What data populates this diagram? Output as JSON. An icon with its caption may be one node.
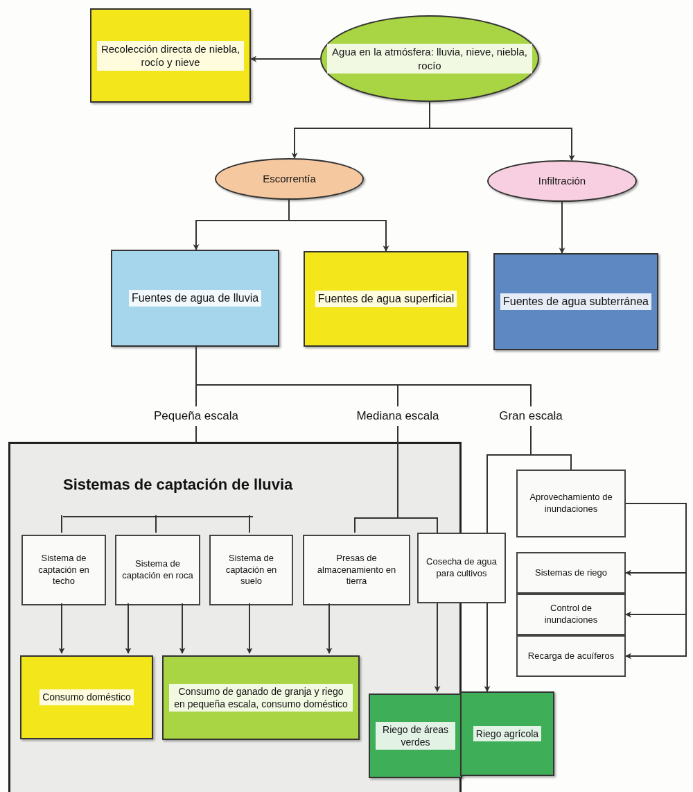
{
  "diagram": {
    "nodes": [
      {
        "text": [
          "Recolección directa de niebla, rocío y nieve"
        ]
      },
      {
        "text": [
          "Agua en la atmósfera: lluvia, nieve, niebla, rocío"
        ]
      },
      {
        "text": [
          "Escorrentía"
        ]
      },
      {
        "text": [
          "Infiltración"
        ]
      },
      {
        "text": [
          "Fuentes de agua de lluvia"
        ]
      },
      {
        "text": [
          "Fuentes de agua superficial"
        ]
      },
      {
        "text": [
          "Fuentes de agua subterránea"
        ]
      },
      {
        "text": [
          "Pequeña escala"
        ]
      },
      {
        "text": [
          "Mediana escala"
        ]
      },
      {
        "text": [
          "Gran escala"
        ]
      },
      {
        "text": [
          "Sistemas de captación de lluvia"
        ]
      },
      {
        "text": [
          "Sistema de captación en techo"
        ],
        "in": 10
      },
      {
        "text": [
          "Sistema de captación en roca"
        ],
        "in": 10
      },
      {
        "text": [
          "Sistema de captación en suelo"
        ],
        "in": 10
      },
      {
        "text": [
          "Presas de almacenamiento en tierra"
        ],
        "in": 10
      },
      {
        "text": [
          "Cosecha de agua para cultivos"
        ]
      },
      {
        "text": [
          "Aprovechamiento de inundaciones"
        ]
      },
      {
        "text": [
          "Sistemas de riego"
        ]
      },
      {
        "text": [
          "Control de inundaciones"
        ]
      },
      {
        "text": [
          "Recarga de acuíferos"
        ]
      },
      {
        "text": [
          "Consumo doméstico"
        ],
        "in": 10
      },
      {
        "text": [
          "Consumo de ganado de granja y riego en pequeña escala, consumo doméstico"
        ],
        "in": 10
      },
      {
        "text": [
          "Riego de áreas verdes"
        ],
        "in": 10
      },
      {
        "text": [
          "Riego agrícola"
        ]
      },
      {
        "text": [],
        "shape": "bar",
        "in": 10
      }
    ],
    "edges": [
      {
        "from": 1,
        "to": 0,
        "arrow": "to"
      },
      {
        "from": 1,
        "to": 2,
        "arrow": "to"
      },
      {
        "from": 1,
        "to": 3,
        "arrow": "to"
      },
      {
        "from": 2,
        "to": 4,
        "arrow": "to"
      },
      {
        "from": 2,
        "to": 5,
        "arrow": "to"
      },
      {
        "from": 3,
        "to": 6,
        "arrow": "to"
      },
      {
        "from": 4,
        "to": 7,
        "arrow": "none"
      },
      {
        "from": 4,
        "to": 8,
        "arrow": "none"
      },
      {
        "from": 4,
        "to": 9,
        "arrow": "none"
      },
      {
        "from": 7,
        "to": 10,
        "arrow": "none"
      },
      {
        "from": 8,
        "to": 14,
        "arrow": "none"
      },
      {
        "from": 8,
        "to": 15,
        "arrow": "none"
      },
      {
        "from": 9,
        "to": 16,
        "arrow": "none"
      },
      {
        "from": 9,
        "to": 15,
        "arrow": "none"
      },
      {
        "from": 24,
        "to": 11,
        "arrow": "none"
      },
      {
        "from": 24,
        "to": 12,
        "arrow": "none"
      },
      {
        "from": 24,
        "to": 13,
        "arrow": "none"
      },
      {
        "from": 11,
        "to": 20,
        "arrow": "to"
      },
      {
        "from": 12,
        "to": 20,
        "arrow": "to"
      },
      {
        "from": 12,
        "to": 21,
        "arrow": "to"
      },
      {
        "from": 13,
        "to": 21,
        "arrow": "to"
      },
      {
        "from": 14,
        "to": 21,
        "arrow": "to"
      },
      {
        "from": 15,
        "to": 22,
        "arrow": "to"
      },
      {
        "from": 15,
        "to": 23,
        "arrow": "to"
      },
      {
        "from": 16,
        "to": 17,
        "arrow": "to"
      },
      {
        "from": 16,
        "to": 18,
        "arrow": "to"
      },
      {
        "from": 16,
        "to": 19,
        "arrow": "to"
      }
    ]
  }
}
